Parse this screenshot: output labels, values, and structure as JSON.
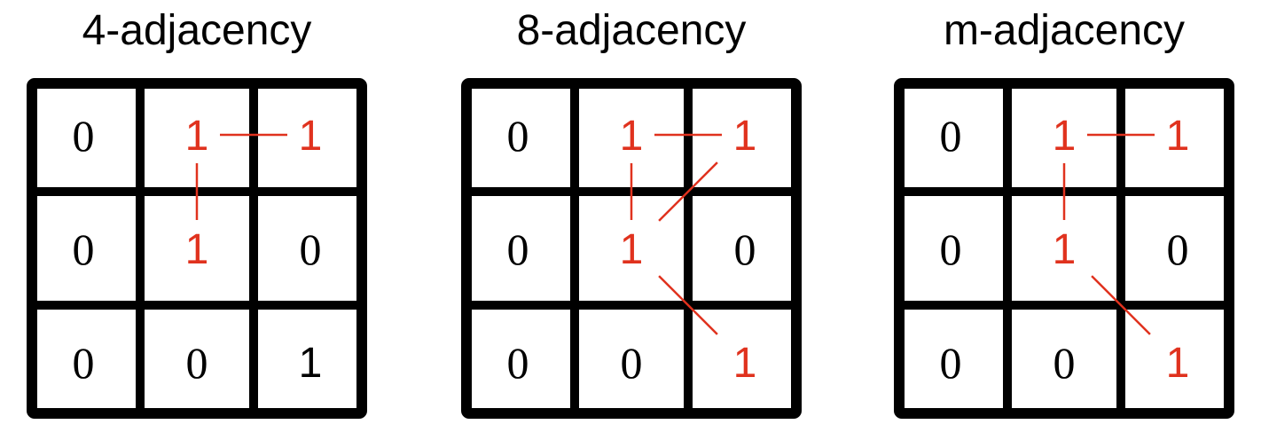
{
  "colors": {
    "grid": "#000000",
    "normal_value": "#000000",
    "highlight": "#e0321e",
    "background": "#ffffff"
  },
  "panels": [
    {
      "title": "4-adjacency",
      "cells": [
        [
          {
            "value": "0",
            "highlight": false
          },
          {
            "value": "1",
            "highlight": true
          },
          {
            "value": "1",
            "highlight": true
          }
        ],
        [
          {
            "value": "0",
            "highlight": false
          },
          {
            "value": "1",
            "highlight": true
          },
          {
            "value": "0",
            "highlight": false
          }
        ],
        [
          {
            "value": "0",
            "highlight": false
          },
          {
            "value": "0",
            "highlight": false
          },
          {
            "value": "1",
            "highlight": false
          }
        ]
      ],
      "connections": [
        {
          "from": [
            0,
            1
          ],
          "to": [
            0,
            2
          ]
        },
        {
          "from": [
            0,
            1
          ],
          "to": [
            1,
            1
          ]
        }
      ]
    },
    {
      "title": "8-adjacency",
      "cells": [
        [
          {
            "value": "0",
            "highlight": false
          },
          {
            "value": "1",
            "highlight": true
          },
          {
            "value": "1",
            "highlight": true
          }
        ],
        [
          {
            "value": "0",
            "highlight": false
          },
          {
            "value": "1",
            "highlight": true
          },
          {
            "value": "0",
            "highlight": false
          }
        ],
        [
          {
            "value": "0",
            "highlight": false
          },
          {
            "value": "0",
            "highlight": false
          },
          {
            "value": "1",
            "highlight": true
          }
        ]
      ],
      "connections": [
        {
          "from": [
            0,
            1
          ],
          "to": [
            0,
            2
          ]
        },
        {
          "from": [
            0,
            1
          ],
          "to": [
            1,
            1
          ]
        },
        {
          "from": [
            1,
            1
          ],
          "to": [
            0,
            2
          ]
        },
        {
          "from": [
            1,
            1
          ],
          "to": [
            2,
            2
          ]
        }
      ]
    },
    {
      "title": "m-adjacency",
      "cells": [
        [
          {
            "value": "0",
            "highlight": false
          },
          {
            "value": "1",
            "highlight": true
          },
          {
            "value": "1",
            "highlight": true
          }
        ],
        [
          {
            "value": "0",
            "highlight": false
          },
          {
            "value": "1",
            "highlight": true
          },
          {
            "value": "0",
            "highlight": false
          }
        ],
        [
          {
            "value": "0",
            "highlight": false
          },
          {
            "value": "0",
            "highlight": false
          },
          {
            "value": "1",
            "highlight": true
          }
        ]
      ],
      "connections": [
        {
          "from": [
            0,
            1
          ],
          "to": [
            0,
            2
          ]
        },
        {
          "from": [
            0,
            1
          ],
          "to": [
            1,
            1
          ]
        },
        {
          "from": [
            1,
            1
          ],
          "to": [
            2,
            2
          ]
        }
      ]
    }
  ]
}
